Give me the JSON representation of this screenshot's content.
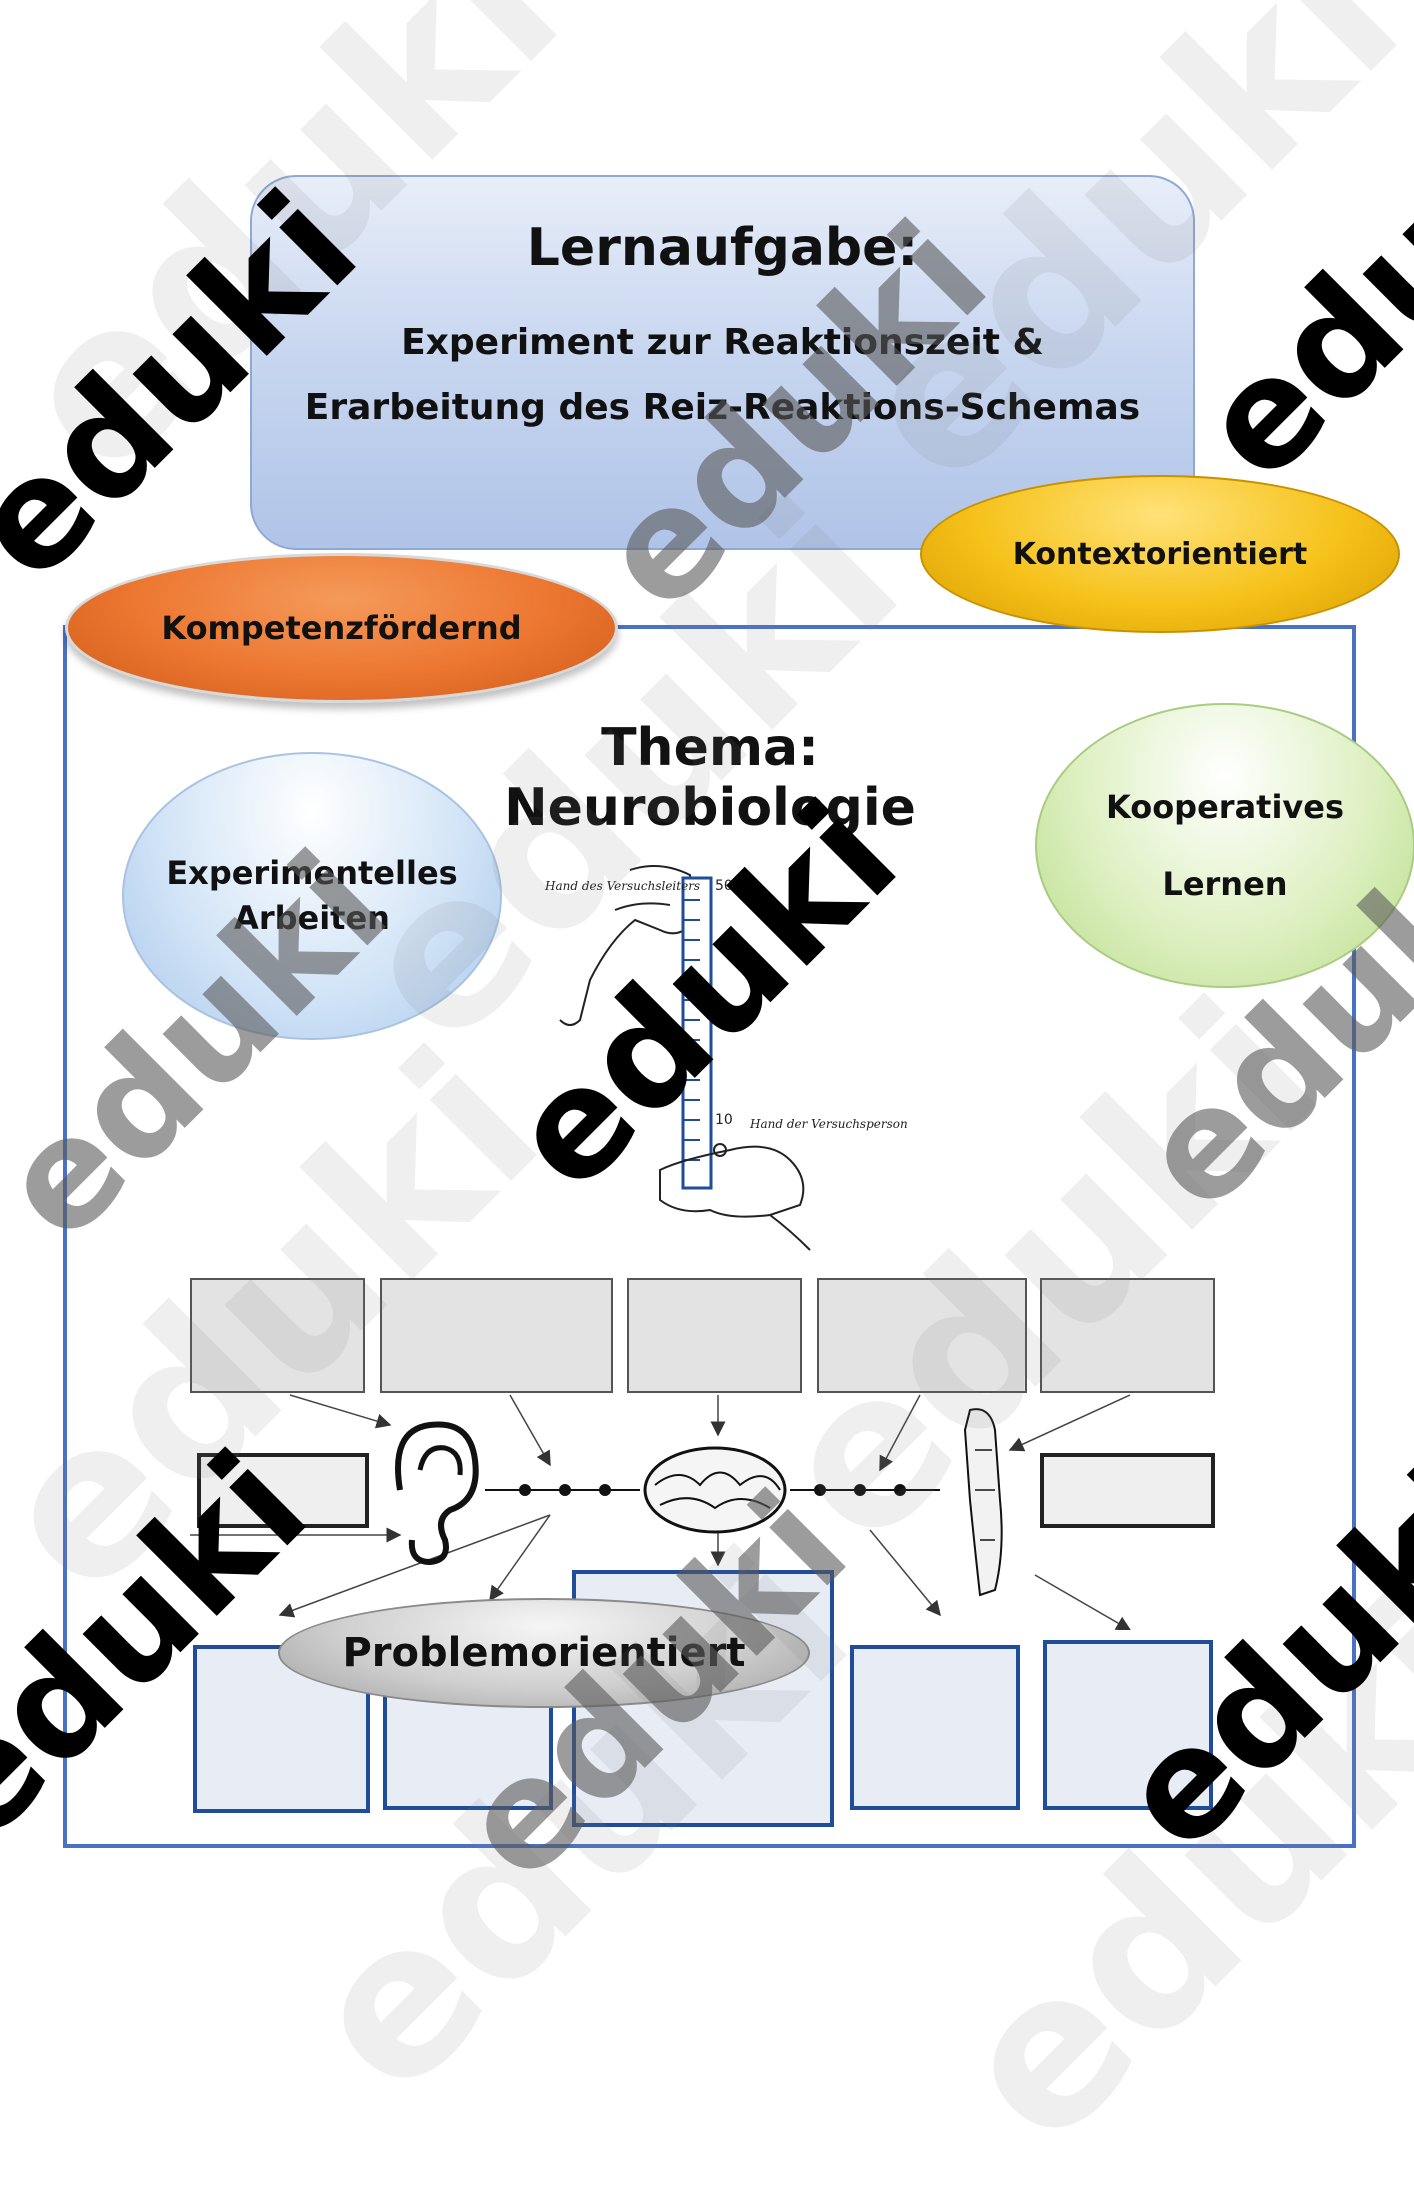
{
  "title": {
    "heading": "Lernaufgabe:",
    "line1": "Experiment zur Reaktionszeit &",
    "line2": "Erarbeitung des Reiz-Reaktions-Schemas"
  },
  "badges": {
    "kontext": "Kontextorientiert",
    "kompetenz": "Kompetenzfördernd",
    "experiment_line1": "Experimentelles",
    "experiment_line2": "Arbeiten",
    "koop_line1": "Kooperatives",
    "koop_line2": "Lernen",
    "problem": "Problemorientiert"
  },
  "topic": "Thema: Neurobiologie",
  "illustration": {
    "label_top": "Hand des Versuchsleiters",
    "label_bottom": "Hand der Versuchsperson",
    "ruler_top": "50",
    "ruler_bottom": "10"
  },
  "watermark": "eduki",
  "colors": {
    "frame": "#4a72c4",
    "orange": "#ec7630",
    "yellow": "#f6c21a",
    "box_blue": "#1f4d9a"
  }
}
